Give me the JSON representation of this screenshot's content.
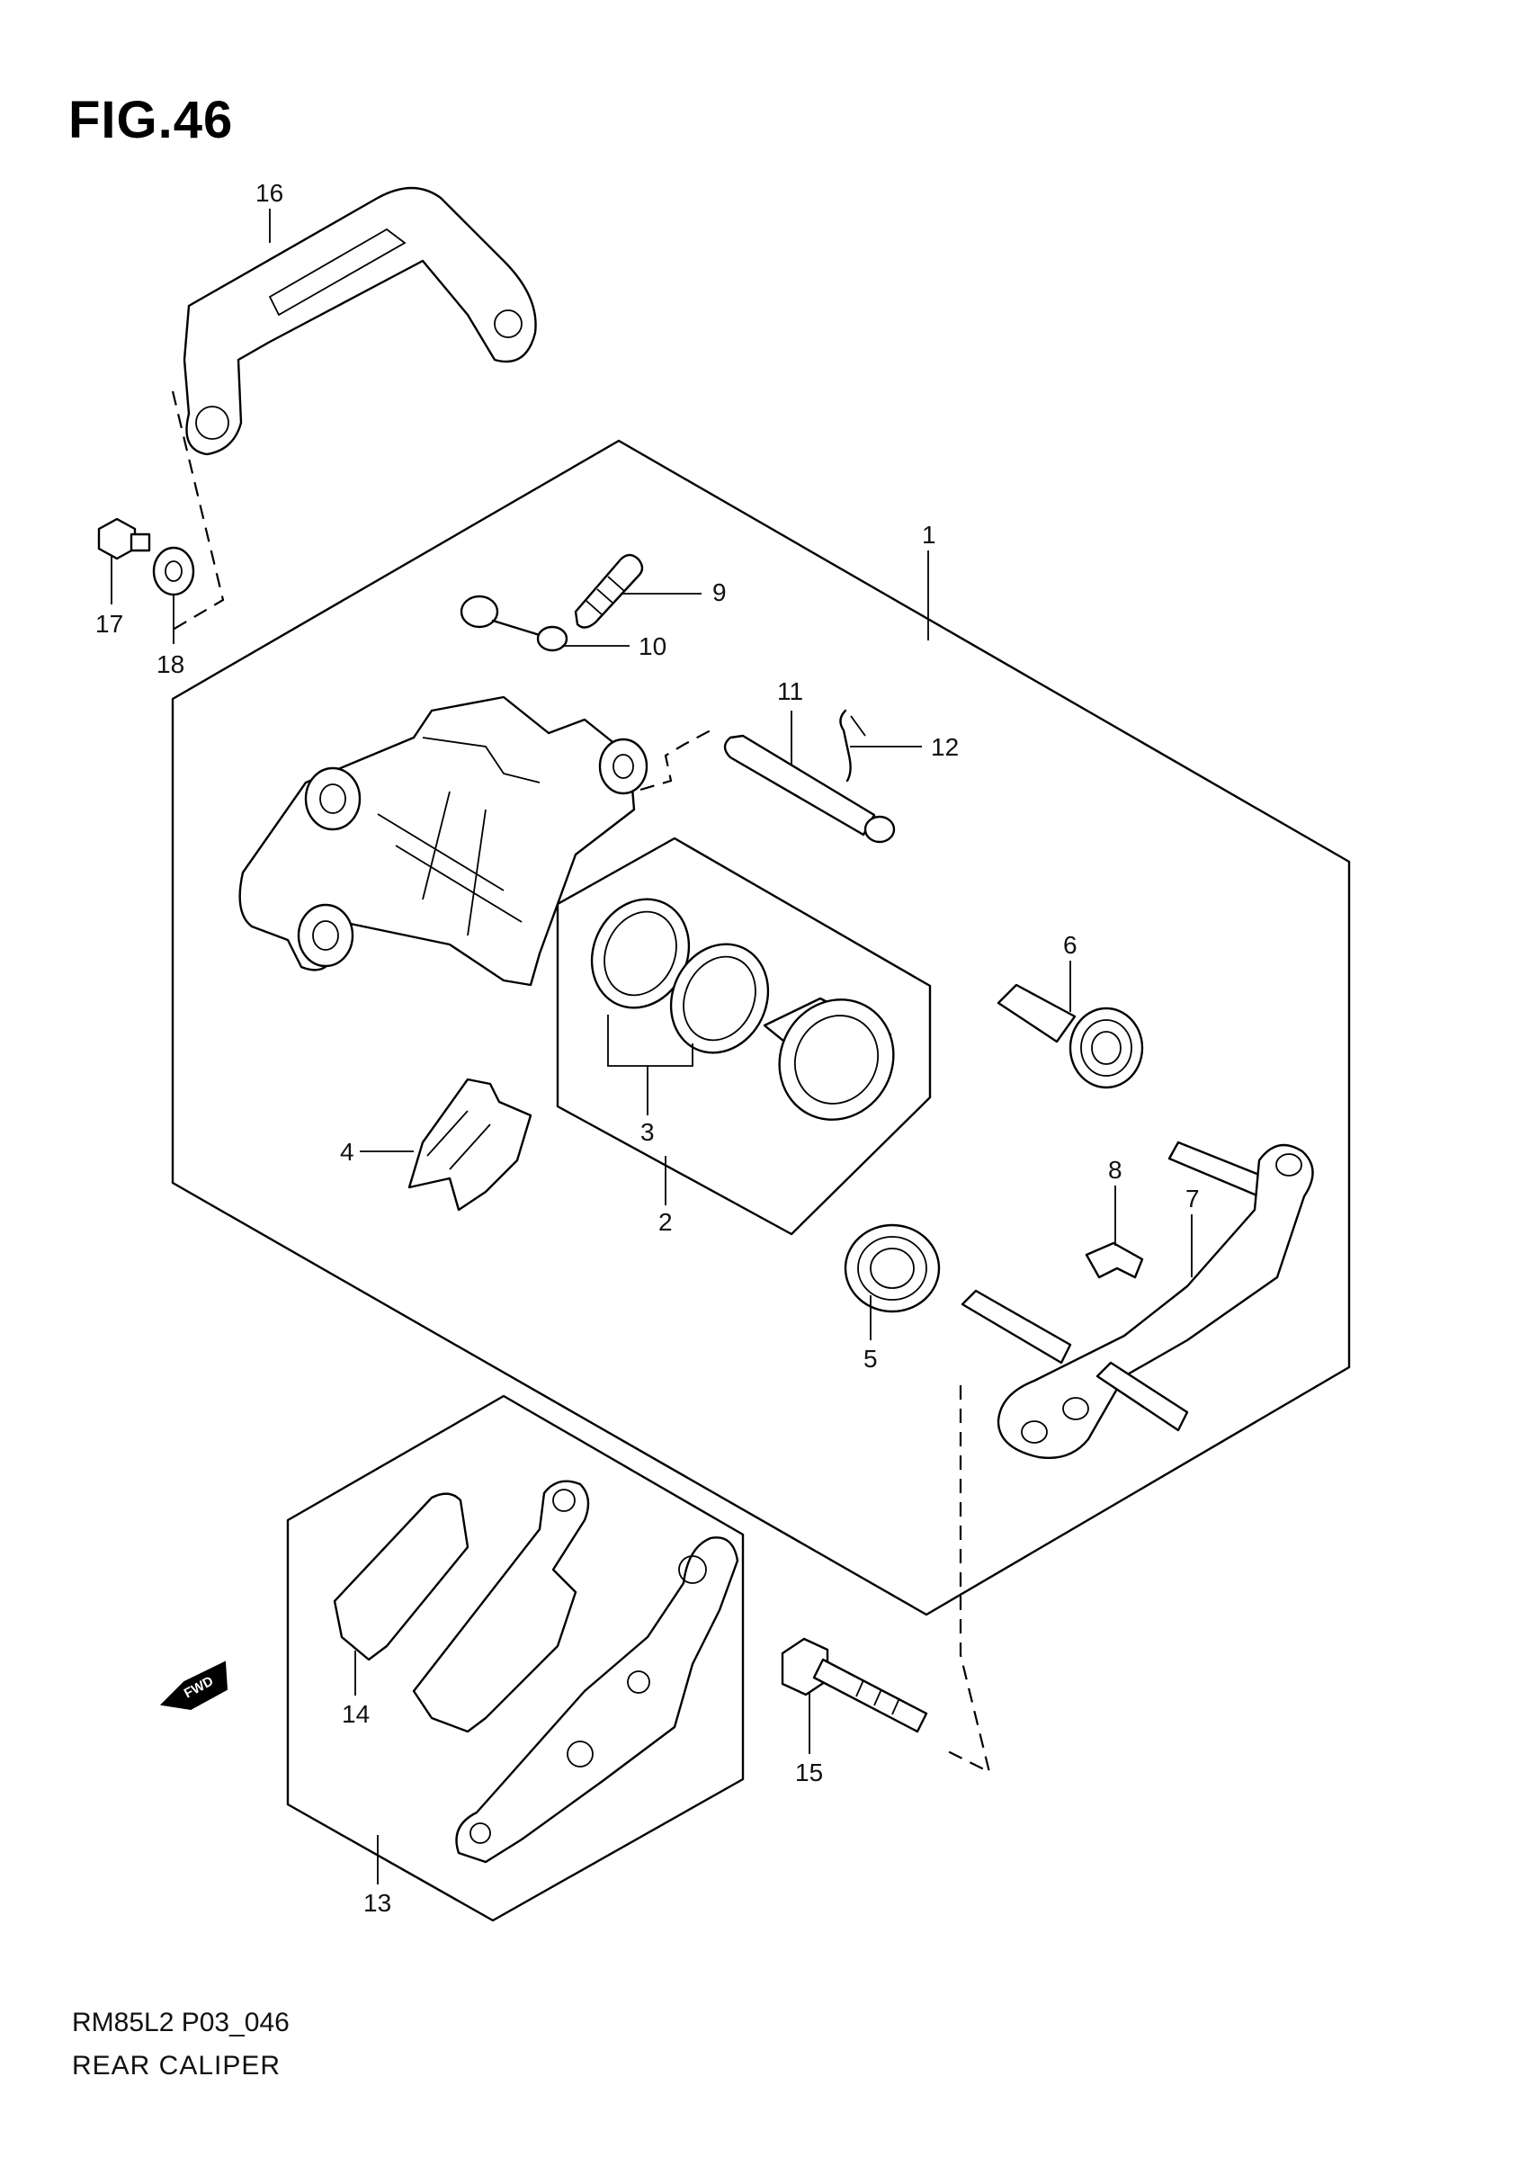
{
  "figure": {
    "title": "FIG.46",
    "model_code": "RM85L2 P03_046",
    "name": "REAR CALIPER"
  },
  "callouts": [
    "1",
    "2",
    "3",
    "4",
    "5",
    "6",
    "7",
    "8",
    "9",
    "10",
    "11",
    "12",
    "13",
    "14",
    "15",
    "16",
    "17",
    "18"
  ],
  "direction_badge": "FWD"
}
